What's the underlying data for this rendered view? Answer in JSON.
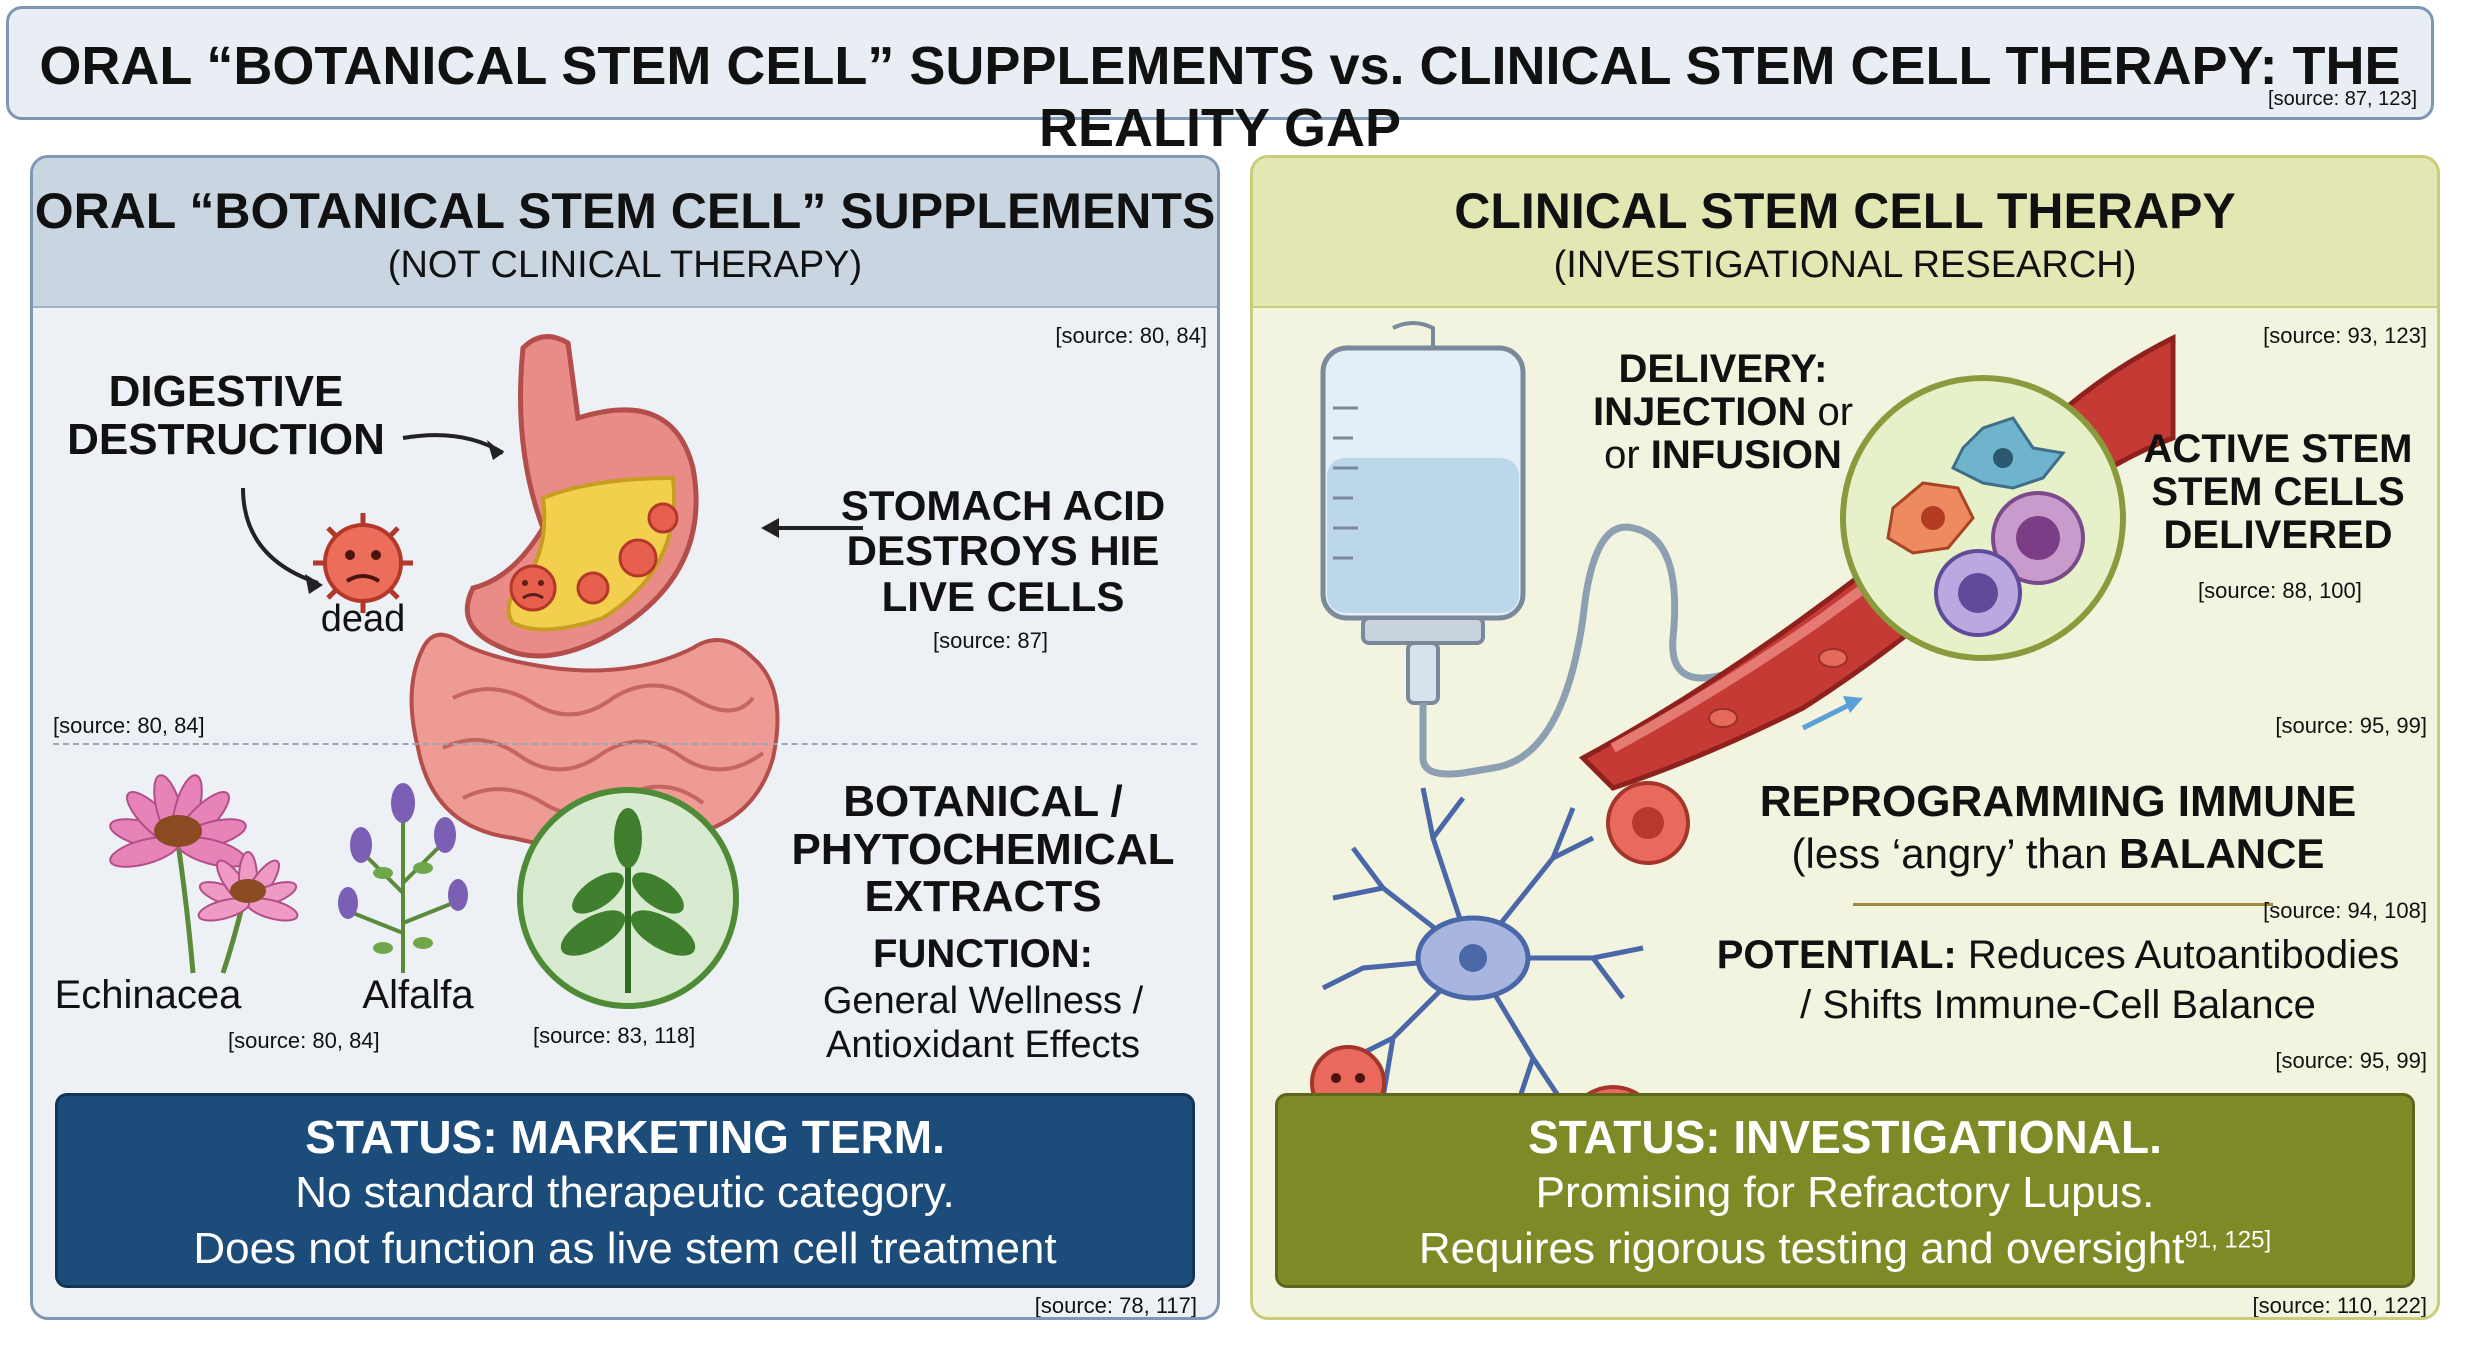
{
  "header": {
    "title": "ORAL “BOTANICAL STEM CELL” SUPPLEMENTS vs. CLINICAL STEM CELL THERAPY: THE REALITY GAP",
    "source": "[source: 87, 123]"
  },
  "left": {
    "title": "ORAL “BOTANICAL STEM CELL” SUPPLEMENTS",
    "subtitle": "(NOT CLINICAL THERAPY)",
    "src_top_right": "[source: 80, 84]",
    "digestive_line1": "DIGESTIVE",
    "digestive_line2": "DESTRUCTION",
    "dead_label": "dead",
    "acid_line1": "STOMACH ACID",
    "acid_line2": "DESTROYS HIE",
    "acid_line3": "LIVE CELLS",
    "acid_source": "[source: 87]",
    "src_mid_left": "[source: 80, 84]",
    "echinacea_label": "Echinacea",
    "alfalfa_label": "Alfalfa",
    "plants_source": "[source: 80, 84]",
    "leaf_source": "[source: 83, 118]",
    "botanical_line1": "BOTANICAL /",
    "botanical_line2": "PHYTOCHEMICAL",
    "botanical_line3": "EXTRACTS",
    "function_label": "FUNCTION:",
    "function_line1": "General Wellness /",
    "function_line2": "Antioxidant Effects",
    "status_title": "STATUS: MARKETING TERM.",
    "status_line1": "No standard therapeutic category.",
    "status_line2": "Does not function as live stem cell treatment",
    "src_bottom": "[source: 78, 117]"
  },
  "right": {
    "title": "CLINICAL STEM CELL THERAPY",
    "subtitle": "(INVESTIGATIONAL RESEARCH)",
    "src_top_right": "[source: 93, 123]",
    "delivery_line1": "DELIVERY:",
    "delivery_line2a": "INJECTION",
    "delivery_line2b": " or",
    "delivery_line3a": "or ",
    "delivery_line3b": "INFUSION",
    "active_line1": "ACTIVE STEM",
    "active_line2": "STEM CELLS",
    "active_line3": "DELIVERED",
    "active_source": "[source: 88, 100]",
    "src_mid": "[source: 95, 99]",
    "reprog_line1": "REPROGRAMMING IMMUNE",
    "reprog_line2a": "(less ‘angry’ than ",
    "reprog_line2b": "BALANCE",
    "reprog_source": "[source: 94, 108]",
    "potential_label": "POTENTIAL:",
    "potential_text": " Reduces Autoantibodies",
    "potential_line2": "/ Shifts Immune-Cell Balance",
    "potential_source": "[source: 95, 99]",
    "status_title": "STATUS: INVESTIGATIONAL.",
    "status_line1": "Promising for Refractory Lupus.",
    "status_line2": "Requires rigorous testing and oversight",
    "status_sup": "91, 125]",
    "src_bottom": "[source: 110, 122]"
  },
  "colors": {
    "left_status_bg": "#1c4c7a",
    "right_status_bg": "#7e8a26",
    "left_panel_bg": "#edf0f5",
    "right_panel_bg": "#f3f4df"
  },
  "icons": [
    "stomach-icon",
    "dead-cell-icon",
    "echinacea-flower-icon",
    "alfalfa-plant-icon",
    "leaf-plant-icon",
    "iv-bag-icon",
    "blood-vessel-icon",
    "stem-cells-icon",
    "neuron-immune-cell-icon",
    "angry-immune-cell-icon"
  ]
}
